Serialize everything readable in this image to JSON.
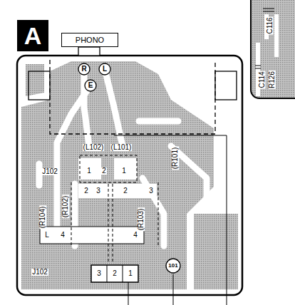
{
  "diagram": {
    "nodes": [
      {
        "text": [
          "A"
        ]
      },
      {
        "text": [
          "PHONO"
        ]
      },
      {
        "text": [
          "R"
        ]
      },
      {
        "text": [
          "L"
        ]
      },
      {
        "text": [
          "E"
        ]
      },
      {
        "text": [
          "101"
        ]
      }
    ],
    "labels": [
      "(L102)",
      "(L101)",
      "J102",
      "1",
      "2",
      "1",
      "(R101)",
      "(R102)",
      "(R104)",
      "2",
      "3",
      "2",
      "3",
      "(R103)",
      "L",
      "4",
      "4",
      "J102",
      "3",
      "2",
      "1",
      "C116",
      "C114",
      "R126"
    ]
  }
}
